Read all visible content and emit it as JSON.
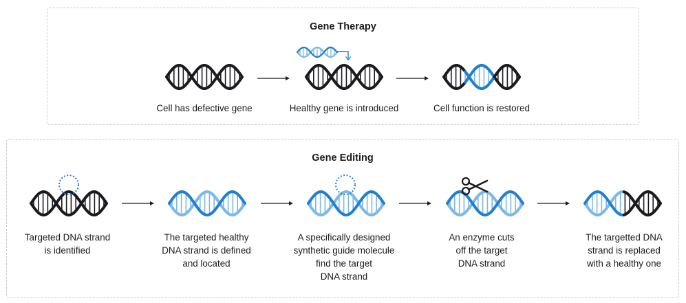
{
  "colors": {
    "dark": "#1b1b1f",
    "blue": "#1f7fd0",
    "light_blue": "#7db8e6",
    "border": "#c8c8c8"
  },
  "gene_therapy": {
    "title": "Gene Therapy",
    "steps": [
      {
        "label": "Cell has defective gene",
        "style": "dark"
      },
      {
        "label": "Healthy gene is introduced",
        "style": "dark-with-insert"
      },
      {
        "label": "Cell function is restored",
        "style": "dark-blue-middle"
      }
    ]
  },
  "gene_editing": {
    "title": "Gene Editing",
    "steps": [
      {
        "label": "Targeted DNA strand\nis identified",
        "style": "dark-target"
      },
      {
        "label": "The targeted healthy\nDNA strand is defined\nand located",
        "style": "blue"
      },
      {
        "label": "A specifically designed\nsynthetic guide molecule\nfind the target\nDNA strand",
        "style": "blue-target"
      },
      {
        "label": "An enzyme cuts\noff the target\nDNA strand",
        "style": "blue-scissors"
      },
      {
        "label": "The targetted DNA\nstrand is replaced\nwith a healthy one",
        "style": "blue-dark"
      }
    ]
  },
  "icons": [
    "dna-helix-icon",
    "arrow-right-icon",
    "dotted-target-icon",
    "scissors-icon",
    "insert-arrow-icon"
  ]
}
